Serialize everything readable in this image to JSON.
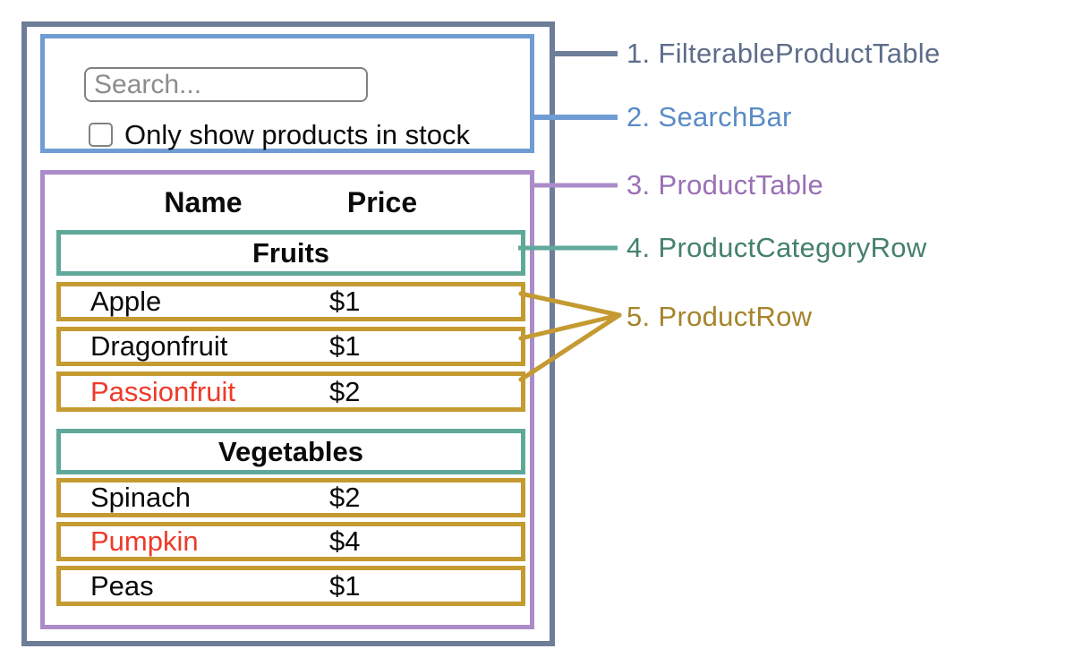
{
  "diagram": {
    "labels": [
      {
        "num": "1.",
        "name": "FilterableProductTable",
        "color": "#5d6c89"
      },
      {
        "num": "2.",
        "name": "SearchBar",
        "color": "#5a8bc6"
      },
      {
        "num": "3.",
        "name": "ProductTable",
        "color": "#9a70b6"
      },
      {
        "num": "4.",
        "name": "ProductCategoryRow",
        "color": "#44806f"
      },
      {
        "num": "5.",
        "name": "ProductRow",
        "color": "#a6842c"
      }
    ],
    "box_border_colors": {
      "filterable_product_table": "#6e7d98",
      "search_bar": "#6f9cd4",
      "product_table": "#ab8cc9",
      "product_category_row": "#60a89a",
      "product_row": "#c49a31"
    }
  },
  "search_bar": {
    "input_placeholder": "Search...",
    "input_value": "",
    "checkbox_label": "Only show products in stock",
    "checkbox_checked": false
  },
  "product_table": {
    "columns": [
      "Name",
      "Price"
    ],
    "sections": [
      {
        "category": "Fruits",
        "rows": [
          {
            "name": "Apple",
            "price": "$1",
            "name_color": "#0a0a0a"
          },
          {
            "name": "Dragonfruit",
            "price": "$1",
            "name_color": "#0a0a0a"
          },
          {
            "name": "Passionfruit",
            "price": "$2",
            "name_color": "#ee3a29"
          }
        ]
      },
      {
        "category": "Vegetables",
        "rows": [
          {
            "name": "Spinach",
            "price": "$2",
            "name_color": "#0a0a0a"
          },
          {
            "name": "Pumpkin",
            "price": "$4",
            "name_color": "#ee3a29"
          },
          {
            "name": "Peas",
            "price": "$1",
            "name_color": "#0a0a0a"
          }
        ]
      }
    ]
  }
}
